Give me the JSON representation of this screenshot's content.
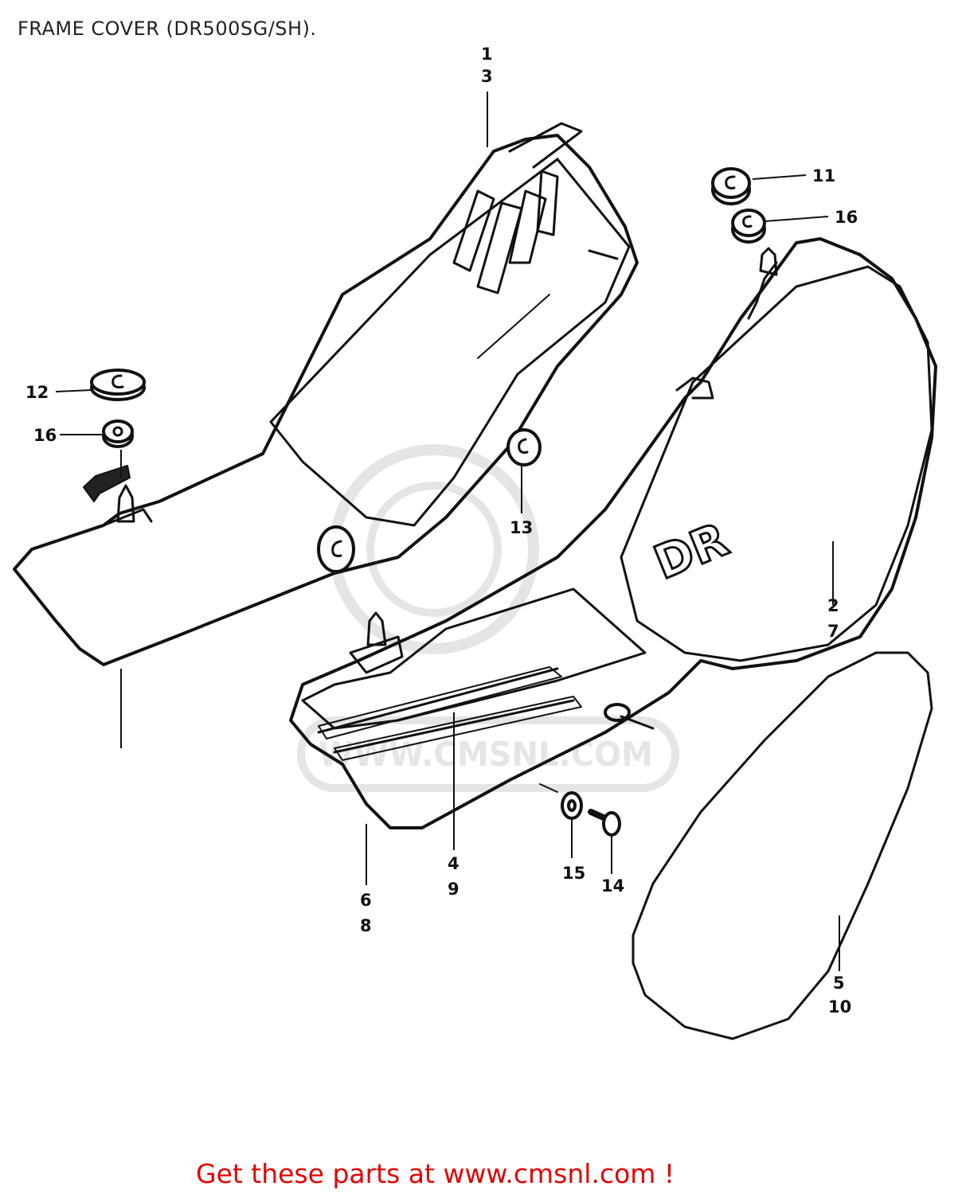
{
  "title": "FRAME COVER (DR500SG/SH).",
  "footer": {
    "link_text": "Get these parts at www.cmsnl.com !",
    "color": "#e30000"
  },
  "watermark": {
    "url_text": "WWW.CMSNL.COM"
  },
  "decals": {
    "dr_text": "DR"
  },
  "callouts": {
    "c1": "1",
    "c3": "3",
    "c11": "11",
    "c16a": "16",
    "c12": "12",
    "c16b": "16",
    "c13": "13",
    "c2": "2",
    "c7": "7",
    "c4": "4",
    "c9": "9",
    "c6": "6",
    "c8": "8",
    "c15": "15",
    "c14": "14",
    "c5": "5",
    "c10": "10"
  },
  "icons": [
    "front-direction-arrow-icon",
    "cmsnl-watermark-logo"
  ]
}
